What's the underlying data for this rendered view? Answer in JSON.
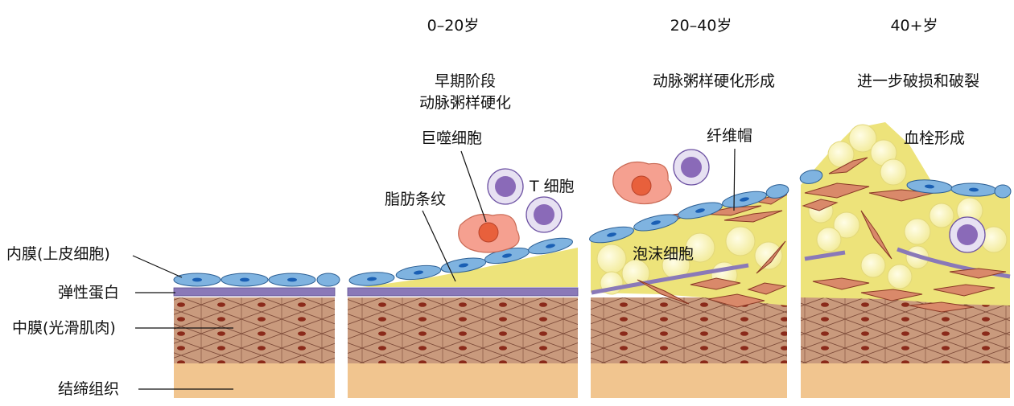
{
  "age_headers": [
    "0–20岁",
    "20–40岁",
    "40+岁"
  ],
  "stage_titles": {
    "early_line1": "早期阶段",
    "early_line2": "动脉粥样硬化",
    "formation": "动脉粥样硬化形成",
    "rupture": "进一步破损和破裂"
  },
  "layer_labels": {
    "intima": "内膜(上皮细胞)",
    "elastin": "弹性蛋白",
    "media": "中膜(光滑肌肉)",
    "connective": "结缔组织"
  },
  "cell_labels": {
    "macrophage": "巨噬细胞",
    "t_cell": "T 细胞",
    "fatty_streak": "脂肪条纹",
    "fibrous_cap": "纤维帽",
    "foam_cell": "泡沫细胞",
    "thrombus": "血栓形成"
  },
  "colors": {
    "endothelium": "#7fb3e0",
    "endothelium_nucleus": "#1a5fb4",
    "elastin": "#8a79b8",
    "media": "#c99a7d",
    "muscle_nucleus": "#8a2a1a",
    "connective": "#f1c58f",
    "lipid": "#ede37a",
    "foam_cell": "#fbf6c6",
    "macrophage": "#f5a090",
    "t_cell": "#8a6ab8"
  }
}
